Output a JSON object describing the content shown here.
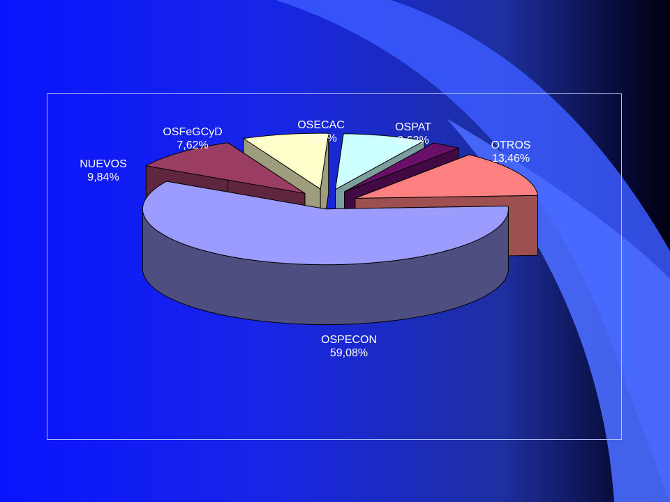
{
  "colors": {
    "OSPECON": "#9c9cff",
    "NUEVOS": "#9b3d63",
    "OSFeGCyD": "#ffffcc",
    "OSECAC": "#ccffff",
    "OSPAT": "#6a0f6a",
    "OTROS": "#ff8080"
  },
  "chart_data": {
    "type": "pie",
    "style": "3d-exploded",
    "slices": [
      {
        "label": "OSPECON",
        "value": 59.08,
        "value_text": "59,08%"
      },
      {
        "label": "NUEVOS",
        "value": 9.84,
        "value_text": "9,84%"
      },
      {
        "label": "OSFeGCyD",
        "value": 7.62,
        "value_text": "7,62%"
      },
      {
        "label": "OSECAC",
        "value": 7.38,
        "value_text": "7,38%"
      },
      {
        "label": "OSPAT",
        "value": 2.62,
        "value_text": "2,62%"
      },
      {
        "label": "OTROS",
        "value": 13.46,
        "value_text": "13,46%"
      }
    ],
    "legend": "none",
    "data_labels": "name-and-percent"
  }
}
